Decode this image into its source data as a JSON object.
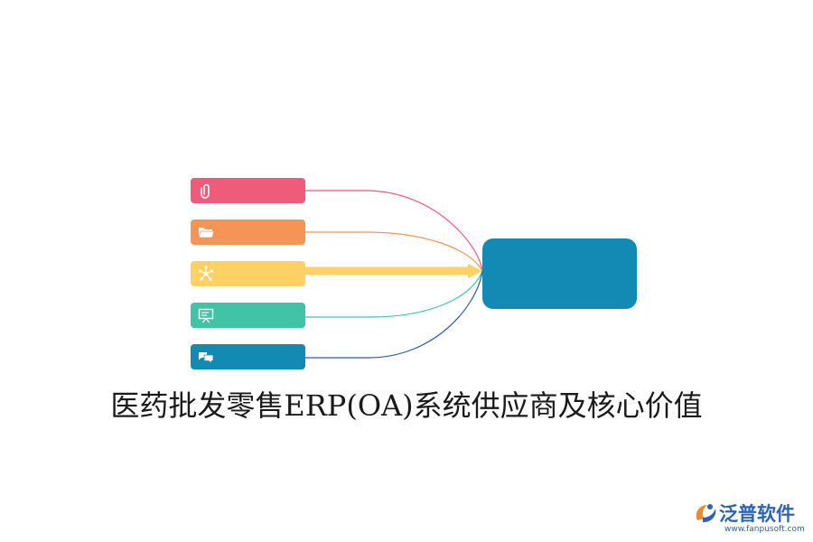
{
  "diagram": {
    "items": [
      {
        "icon": "paperclip-icon",
        "color": "#ef5b7b"
      },
      {
        "icon": "folder-icon",
        "color": "#f59555"
      },
      {
        "icon": "network-icon",
        "color": "#fdd163"
      },
      {
        "icon": "presentation-icon",
        "color": "#41c3a7"
      },
      {
        "icon": "chat-icon",
        "color": "#138ab3"
      }
    ],
    "target_color": "#138ab3",
    "title": "医药批发零售ERP(OA)系统供应商及核心价值"
  },
  "brand": {
    "name": "泛普软件",
    "url": "www.fanpusoft.com",
    "color": "#2b63b6"
  }
}
